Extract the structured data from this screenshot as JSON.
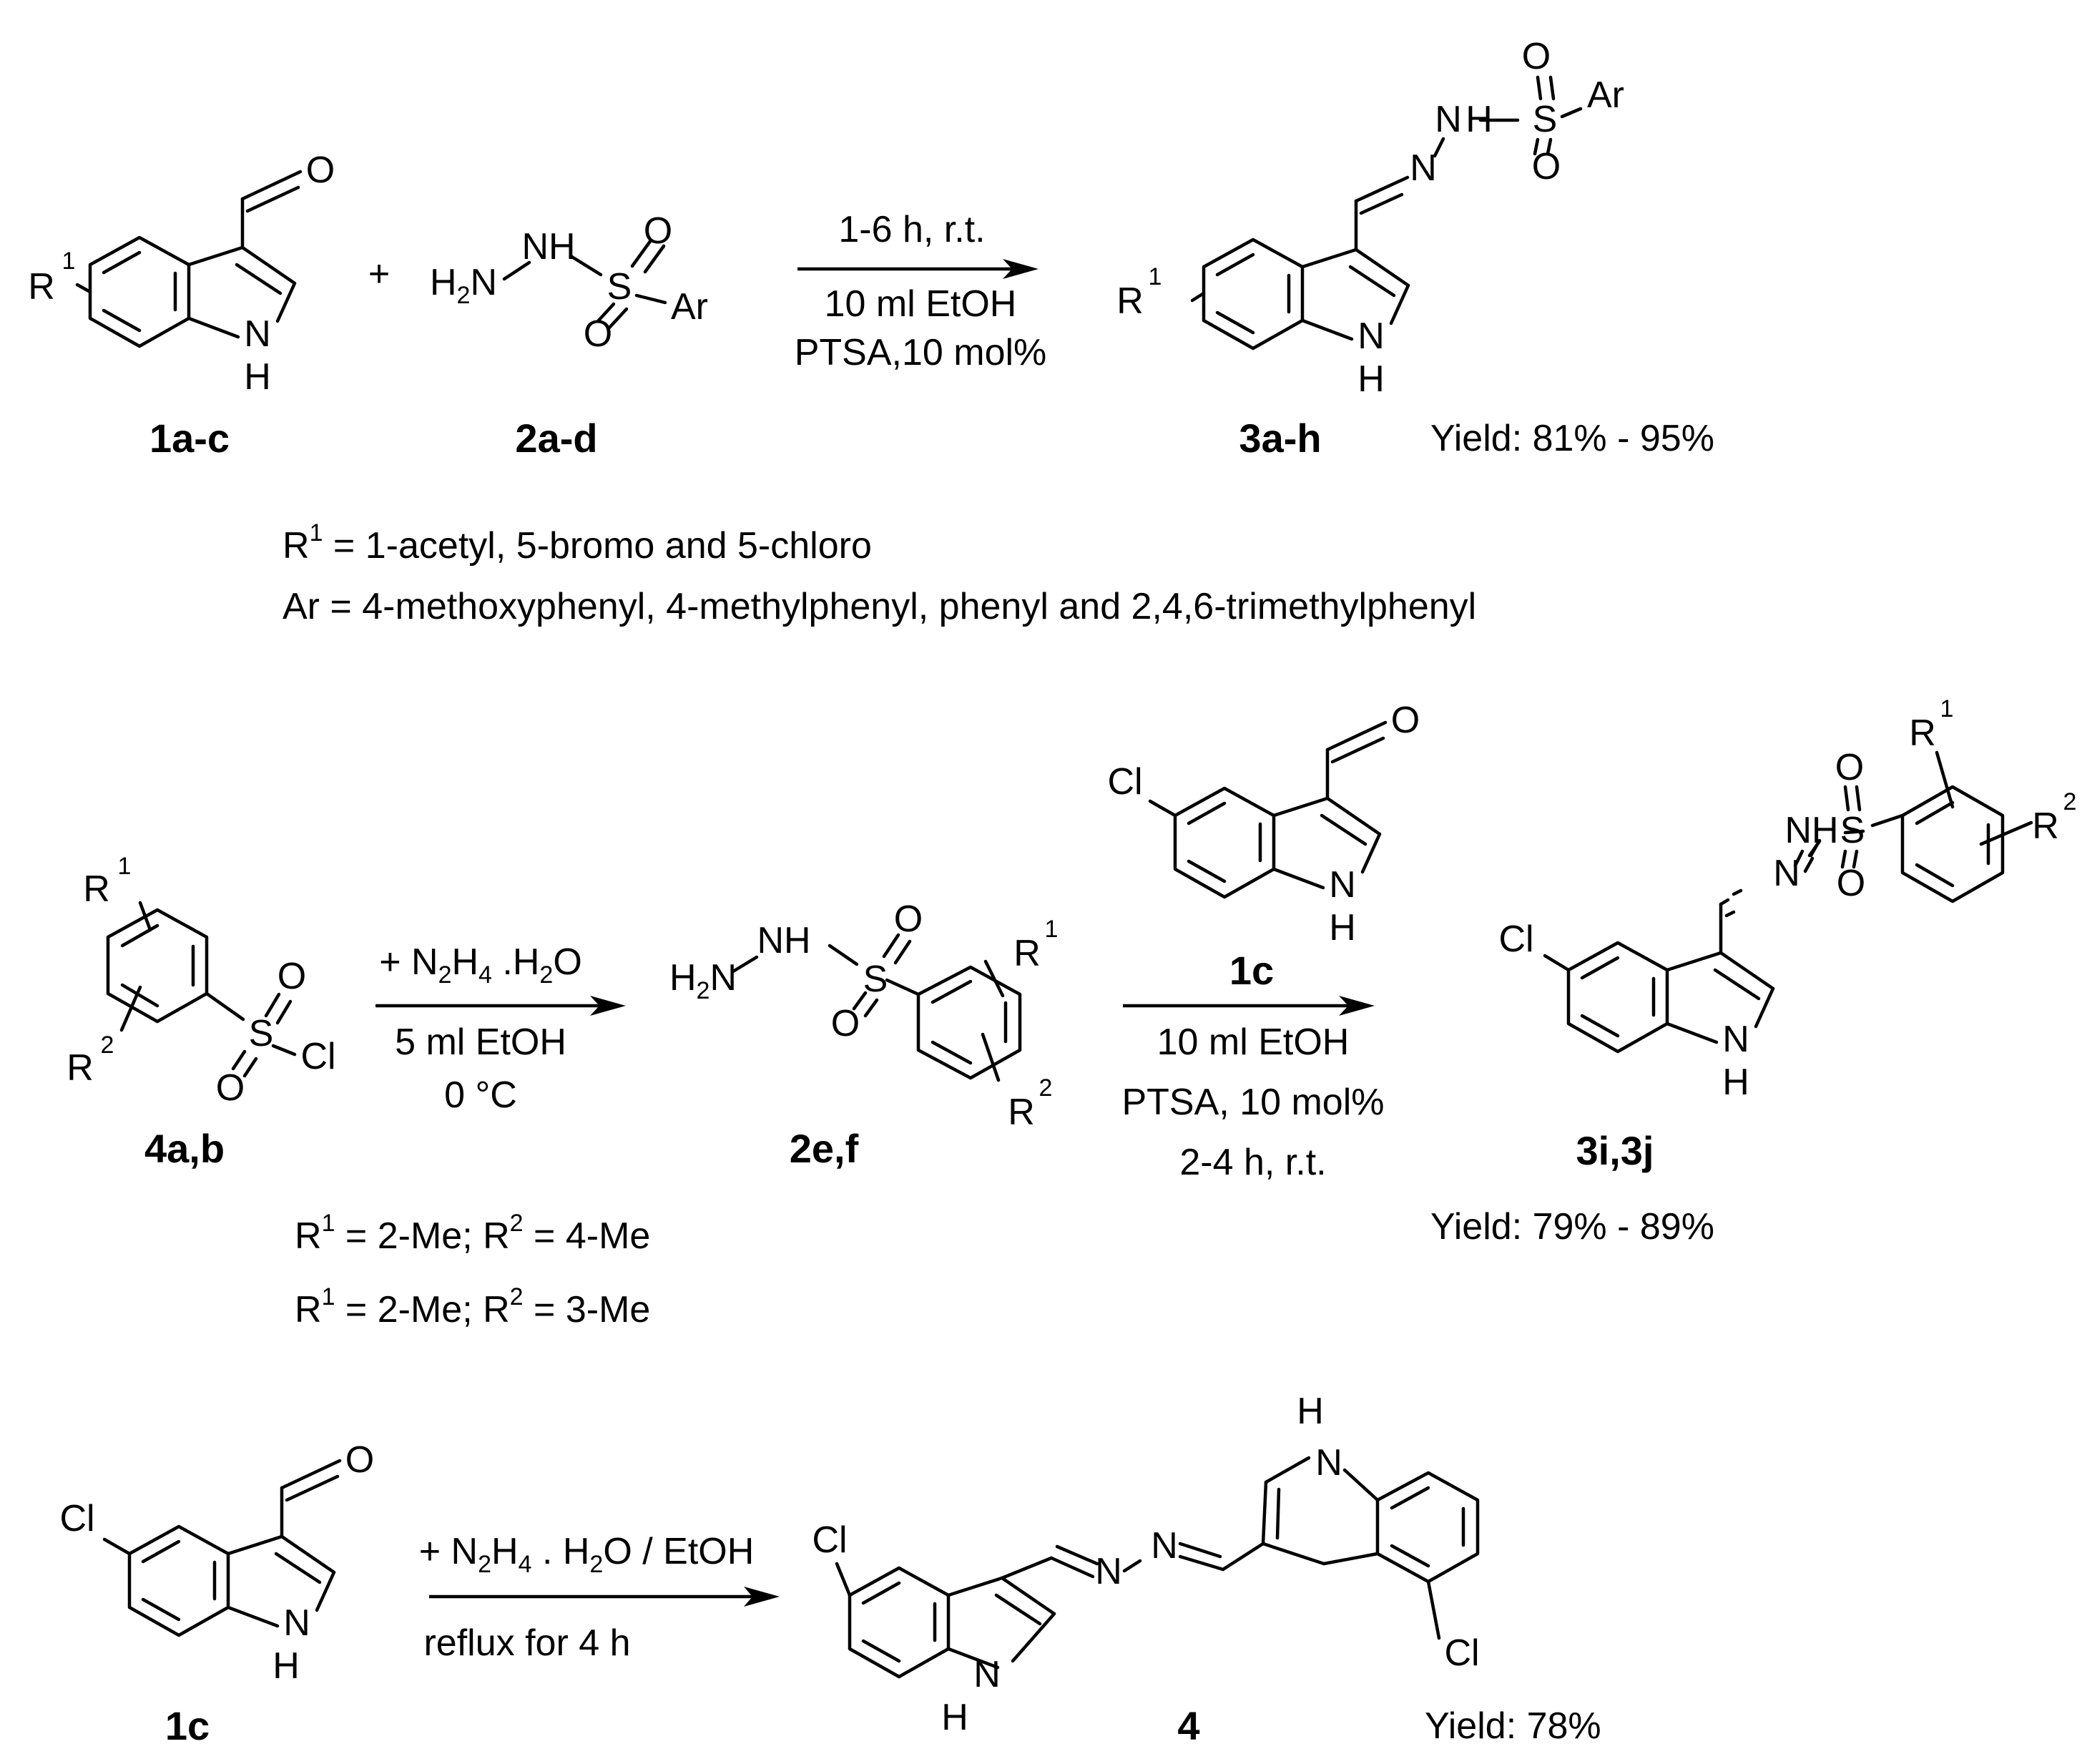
{
  "atoms": {
    "O": "O",
    "N": "N",
    "H": "H",
    "S": "S",
    "Cl": "Cl",
    "Ar": "Ar",
    "R": "R",
    "NH": "NH",
    "H2N_H": "H",
    "H2N_2": "2",
    "H2N_N": "N",
    "R1_sup": "1",
    "R2_sup": "2"
  },
  "row1": {
    "reactant1_label": "1a-c",
    "reactant2_label": "2a-d",
    "plus": "+",
    "cond_above": "1-6 h, r.t.",
    "cond_below_1": "10 ml EtOH",
    "cond_below_2": "PTSA,10 mol%",
    "product_label": "3a-h",
    "yield": "Yield: 81% - 95%",
    "r1_def_prefix": "R",
    "r1_def_sup": "1",
    "r1_def": " = 1-acetyl, 5-bromo and 5-chloro",
    "ar_def": "Ar = 4-methoxyphenyl, 4-methylphenyl, phenyl and 2,4,6-trimethylphenyl"
  },
  "row2": {
    "sm_label": "4a,b",
    "reagent_prefix": "+ N",
    "reagent_sub1": "2",
    "reagent_mid": "H",
    "reagent_sub2": "4",
    "reagent_suffix": " .H",
    "reagent_sub3": "2",
    "reagent_end": "O",
    "cond1": "5 ml EtOH",
    "cond2": "0 °C",
    "intermediate_label": "2e,f",
    "reagent2_label": "1c",
    "cond3": "10 ml EtOH",
    "cond4": "PTSA, 10 mol%",
    "cond5": "2-4 h, r.t.",
    "product_label": "3i,3j",
    "yield": "Yield: 79% - 89%",
    "def1_a": " = 2-Me; R",
    "def1_b": " = 4-Me",
    "def2_a": " = 2-Me; R",
    "def2_b": " = 3-Me"
  },
  "row3": {
    "sm_label": "1c",
    "reagent_prefix": "+ N",
    "reagent_sub1": "2",
    "reagent_mid": "H",
    "reagent_sub2": "4",
    "reagent_suffix": " . H",
    "reagent_sub3": "2",
    "reagent_end": "O / EtOH",
    "cond": "reflux for 4 h",
    "product_label": "4",
    "yield": "Yield: 78%"
  }
}
